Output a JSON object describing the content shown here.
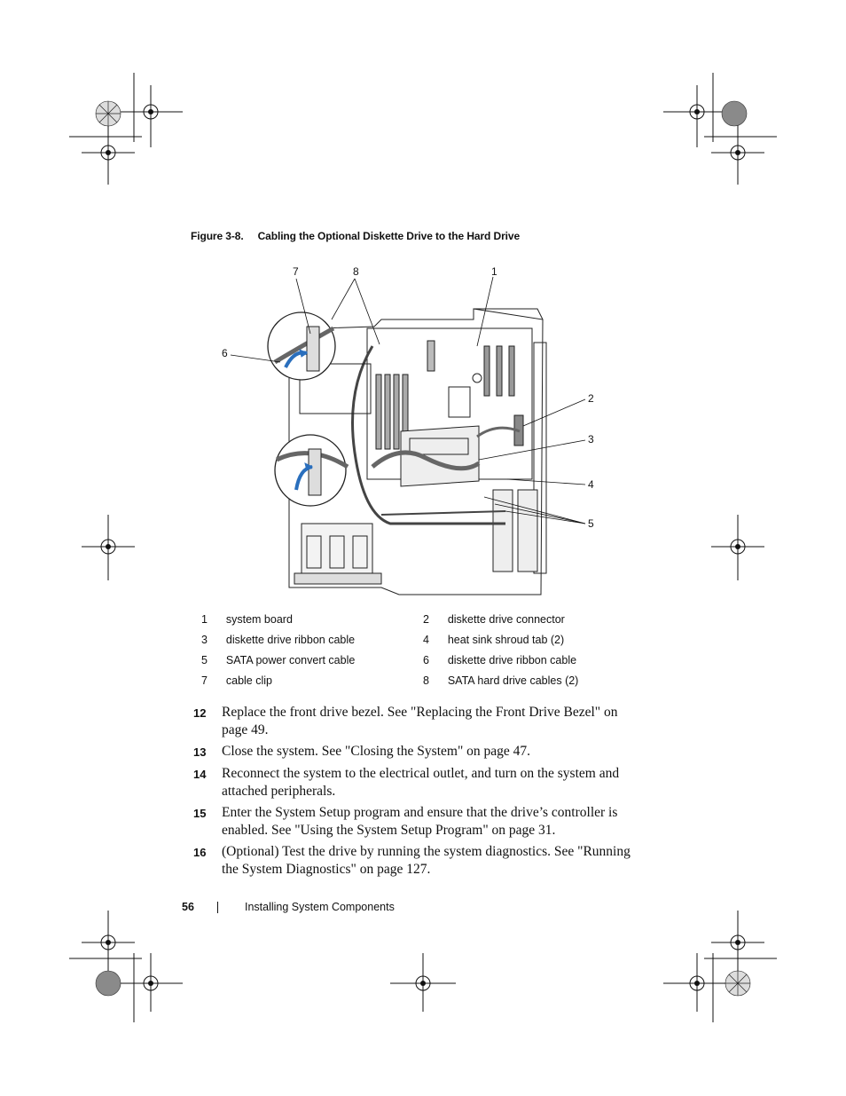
{
  "figure": {
    "number": "Figure 3-8.",
    "title": "Cabling the Optional Diskette Drive to the Hard Drive",
    "callouts": [
      "7",
      "8",
      "1",
      "6",
      "2",
      "3",
      "4",
      "5"
    ]
  },
  "legend": [
    {
      "n1": "1",
      "t1": "system board",
      "n2": "2",
      "t2": "diskette drive connector"
    },
    {
      "n1": "3",
      "t1": "diskette drive ribbon cable",
      "n2": "4",
      "t2": "heat sink shroud tab (2)"
    },
    {
      "n1": "5",
      "t1": "SATA power convert cable",
      "n2": "6",
      "t2": "diskette drive ribbon cable"
    },
    {
      "n1": "7",
      "t1": "cable clip",
      "n2": "8",
      "t2": "SATA hard drive cables (2)"
    }
  ],
  "steps": [
    {
      "num": "12",
      "text": "Replace the front drive bezel. See \"Replacing the Front Drive Bezel\" on page 49."
    },
    {
      "num": "13",
      "text": "Close the system. See \"Closing the System\" on page 47."
    },
    {
      "num": "14",
      "text": "Reconnect the system to the electrical outlet, and turn on the system and attached peripherals."
    },
    {
      "num": "15",
      "text": "Enter the System Setup program and ensure that the drive’s controller is enabled. See \"Using the System Setup Program\" on page 31."
    },
    {
      "num": "16",
      "text": "(Optional) Test the drive by running the system diagnostics. See \"Running the System Diagnostics\" on page 127."
    }
  ],
  "footer": {
    "page_number": "56",
    "section": "Installing System Components"
  }
}
